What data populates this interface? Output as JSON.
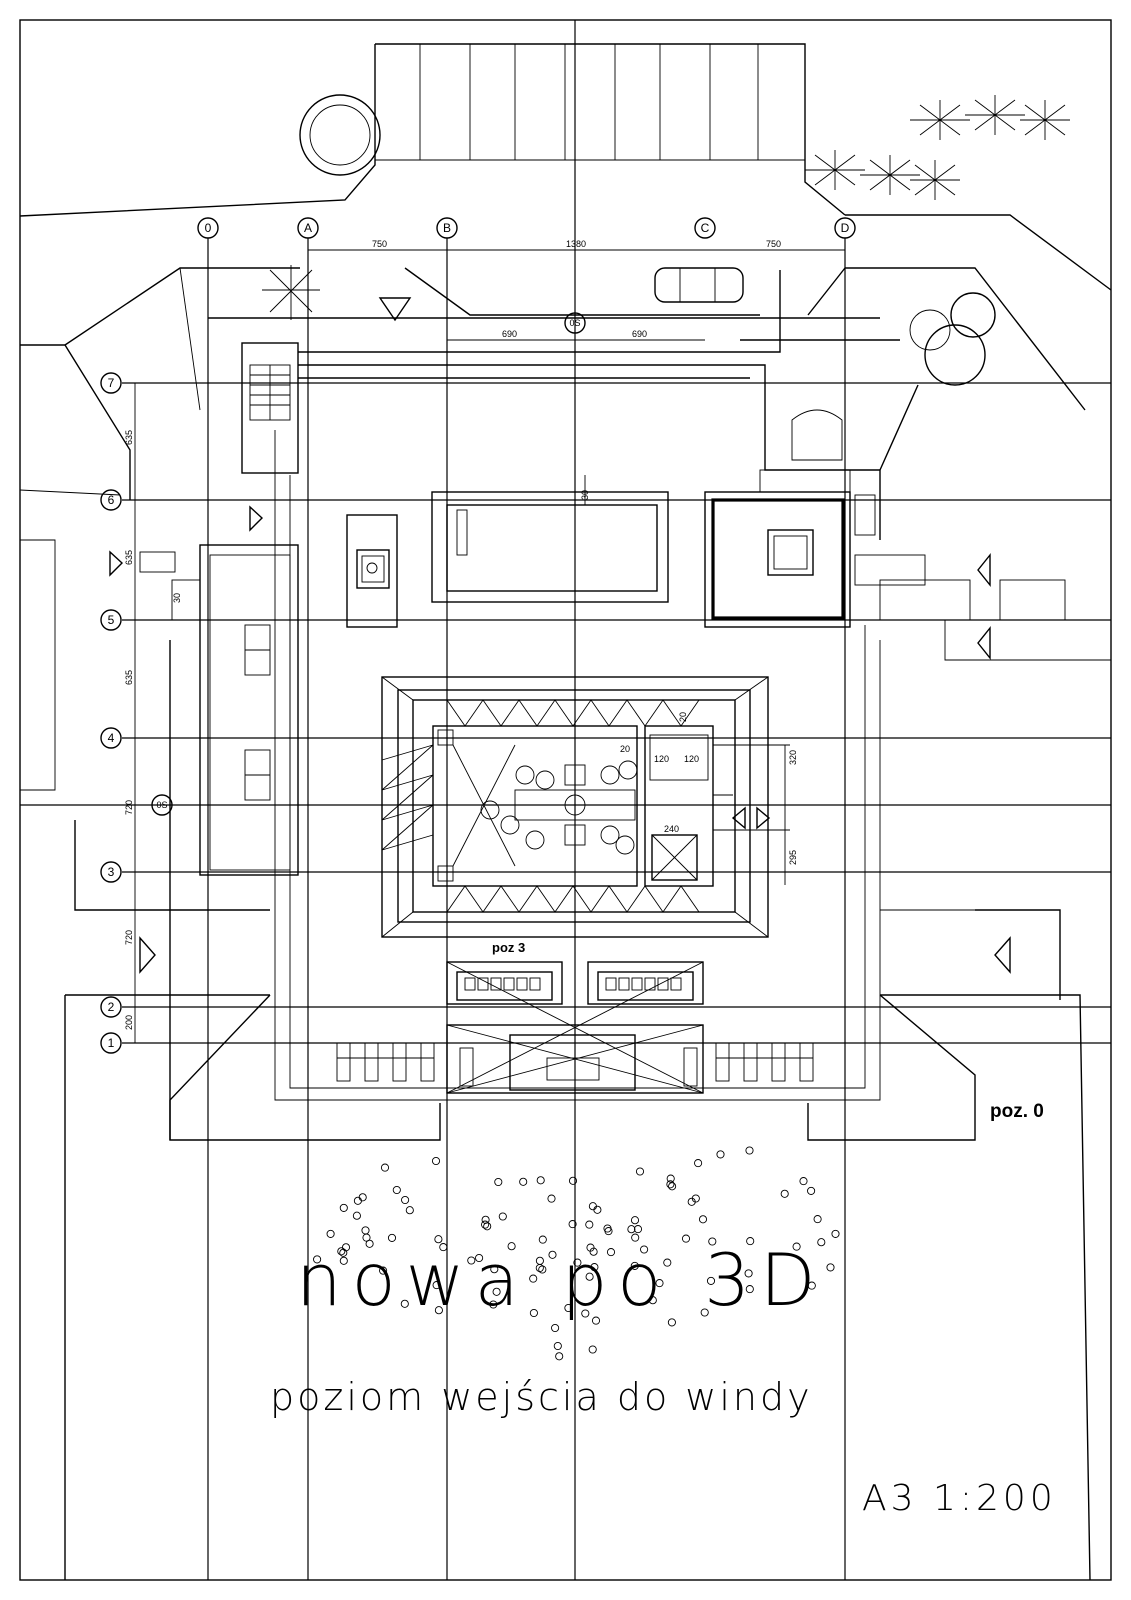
{
  "drawing": {
    "title": "nowa po 3D",
    "subtitle": "poziom wejścia do windy",
    "sheet_scale": "A3 1:200",
    "level_label": "poz. 0",
    "sub_label": "poz 3"
  },
  "grid_axes": {
    "vertical": [
      "0",
      "A",
      "B",
      "C",
      "D"
    ],
    "horizontal": [
      "7",
      "6",
      "5",
      "4",
      "3",
      "2",
      "1"
    ],
    "extra": [
      "0S",
      "0S"
    ]
  },
  "dimensions": {
    "top_row": [
      "750",
      "1380",
      "750"
    ],
    "second_row": [
      "690",
      "690"
    ],
    "left_column": [
      "635",
      "635",
      "635",
      "720",
      "720",
      "200"
    ],
    "right_side": [
      "320",
      "295"
    ],
    "small": [
      "20",
      "20",
      "120",
      "120",
      "240",
      "30",
      "30"
    ]
  }
}
